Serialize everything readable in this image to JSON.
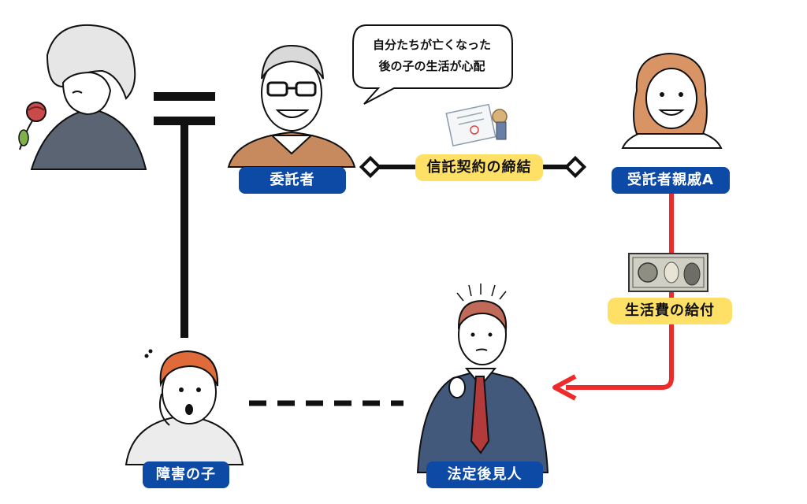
{
  "labels": {
    "settlor": "委託者",
    "contract": "信託契約の締結",
    "trustee": "受託者親戚A",
    "living_expense": "生活費の給付",
    "child": "障害の子",
    "guardian": "法定後見人"
  },
  "speech_bubble": {
    "line1": "自分たちが亡くなった",
    "line2": "後の子の生活が心配"
  },
  "colors": {
    "label_blue": "#0d4aa6",
    "label_yellow": "#ffe066",
    "arrow_red": "#ee2a2a",
    "line_black": "#111111"
  }
}
